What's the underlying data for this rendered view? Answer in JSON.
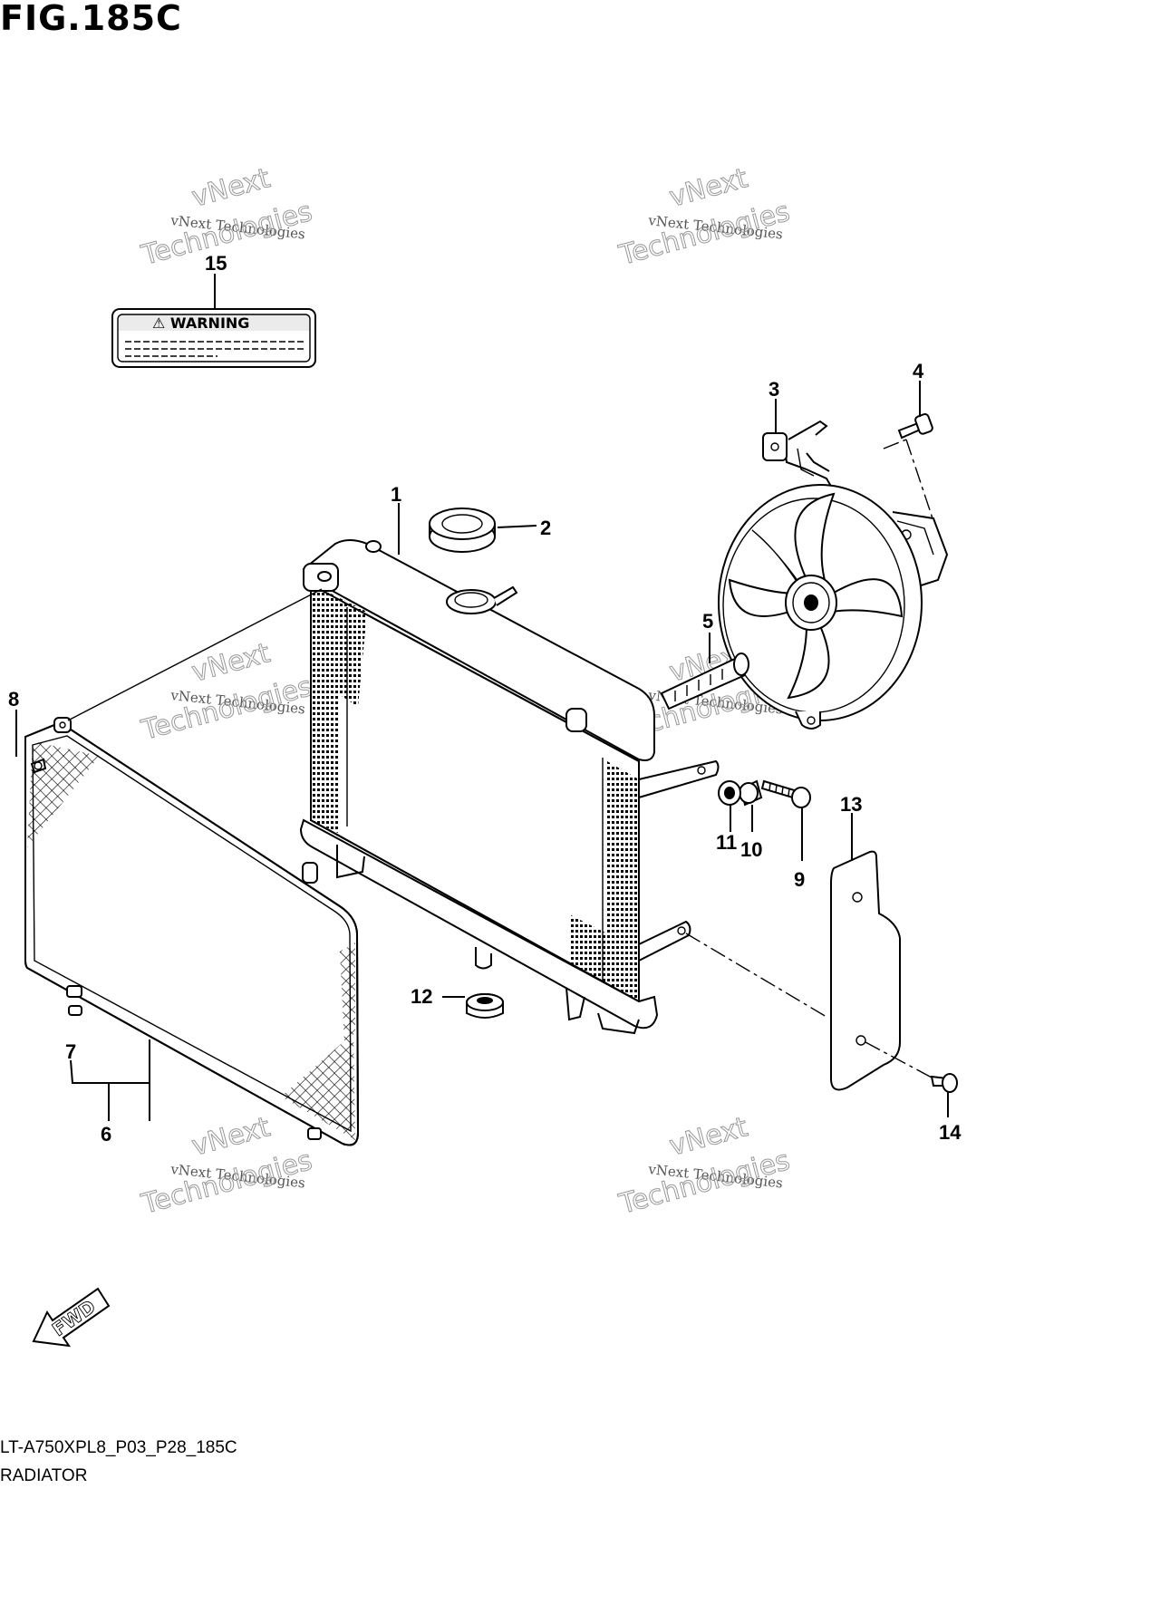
{
  "figure": {
    "title": "FIG.185C",
    "diagram_code": "LT-A750XPL8_P03_P28_185C",
    "diagram_name": "RADIATOR"
  },
  "warning_label": {
    "text": "⚠ WARNING"
  },
  "fwd_arrow": {
    "text": "FWD"
  },
  "watermark": {
    "line1": "vNext",
    "line2": "vNext Technologies",
    "line3": "Technologies"
  },
  "callouts": [
    {
      "id": "1",
      "label": "1"
    },
    {
      "id": "2",
      "label": "2"
    },
    {
      "id": "3",
      "label": "3"
    },
    {
      "id": "4",
      "label": "4"
    },
    {
      "id": "5",
      "label": "5"
    },
    {
      "id": "6",
      "label": "6"
    },
    {
      "id": "7",
      "label": "7"
    },
    {
      "id": "8",
      "label": "8"
    },
    {
      "id": "9",
      "label": "9"
    },
    {
      "id": "10",
      "label": "10"
    },
    {
      "id": "11",
      "label": "11"
    },
    {
      "id": "12",
      "label": "12"
    },
    {
      "id": "13",
      "label": "13"
    },
    {
      "id": "14",
      "label": "14"
    },
    {
      "id": "15",
      "label": "15"
    }
  ]
}
